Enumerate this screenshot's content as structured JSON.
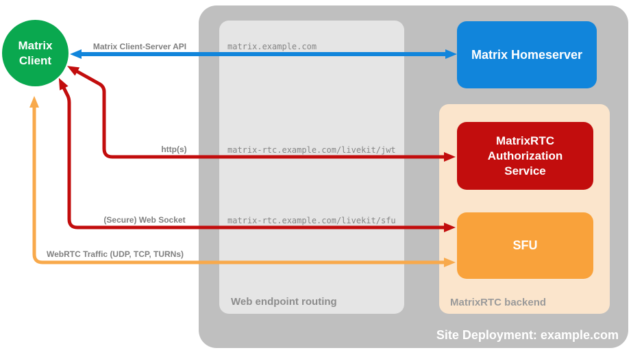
{
  "diagram": {
    "site_label": "Site Deployment: example.com",
    "client": {
      "label": "Matrix\nClient"
    },
    "homeserver": {
      "label": "Matrix Homeserver"
    },
    "backend": {
      "label": "MatrixRTC backend",
      "auth_service_label": "MatrixRTC Authorization Service",
      "sfu_label": "SFU"
    },
    "routing": {
      "label": "Web endpoint routing",
      "endpoints": [
        "matrix.example.com",
        "matrix-rtc.example.com/livekit/jwt",
        "matrix-rtc.example.com/livekit/sfu"
      ]
    },
    "connections": [
      {
        "label": "Matrix Client-Server API",
        "from": "Matrix Client",
        "to": "Matrix Homeserver",
        "color": "#1185db",
        "bidirectional": true
      },
      {
        "label": "http(s)",
        "from": "Matrix Client",
        "to": "MatrixRTC Authorization Service",
        "color": "#c20d0d",
        "bidirectional": true
      },
      {
        "label": "(Secure) Web Socket",
        "from": "Matrix Client",
        "to": "SFU",
        "color": "#c20d0d",
        "bidirectional": true
      },
      {
        "label": "WebRTC Traffic (UDP, TCP, TURNs)",
        "from": "Matrix Client",
        "to": "SFU",
        "color": "#f8a94b",
        "bidirectional": true
      }
    ],
    "colors": {
      "client_green": "#0aa84f",
      "homeserver_blue": "#1185db",
      "auth_red": "#c20d0d",
      "sfu_orange": "#f9a23b",
      "backend_peach": "#fbe5cc",
      "outer_gray": "#bfbfbf",
      "routing_gray": "#e5e5e5",
      "label_gray": "#8c8c8c"
    }
  }
}
